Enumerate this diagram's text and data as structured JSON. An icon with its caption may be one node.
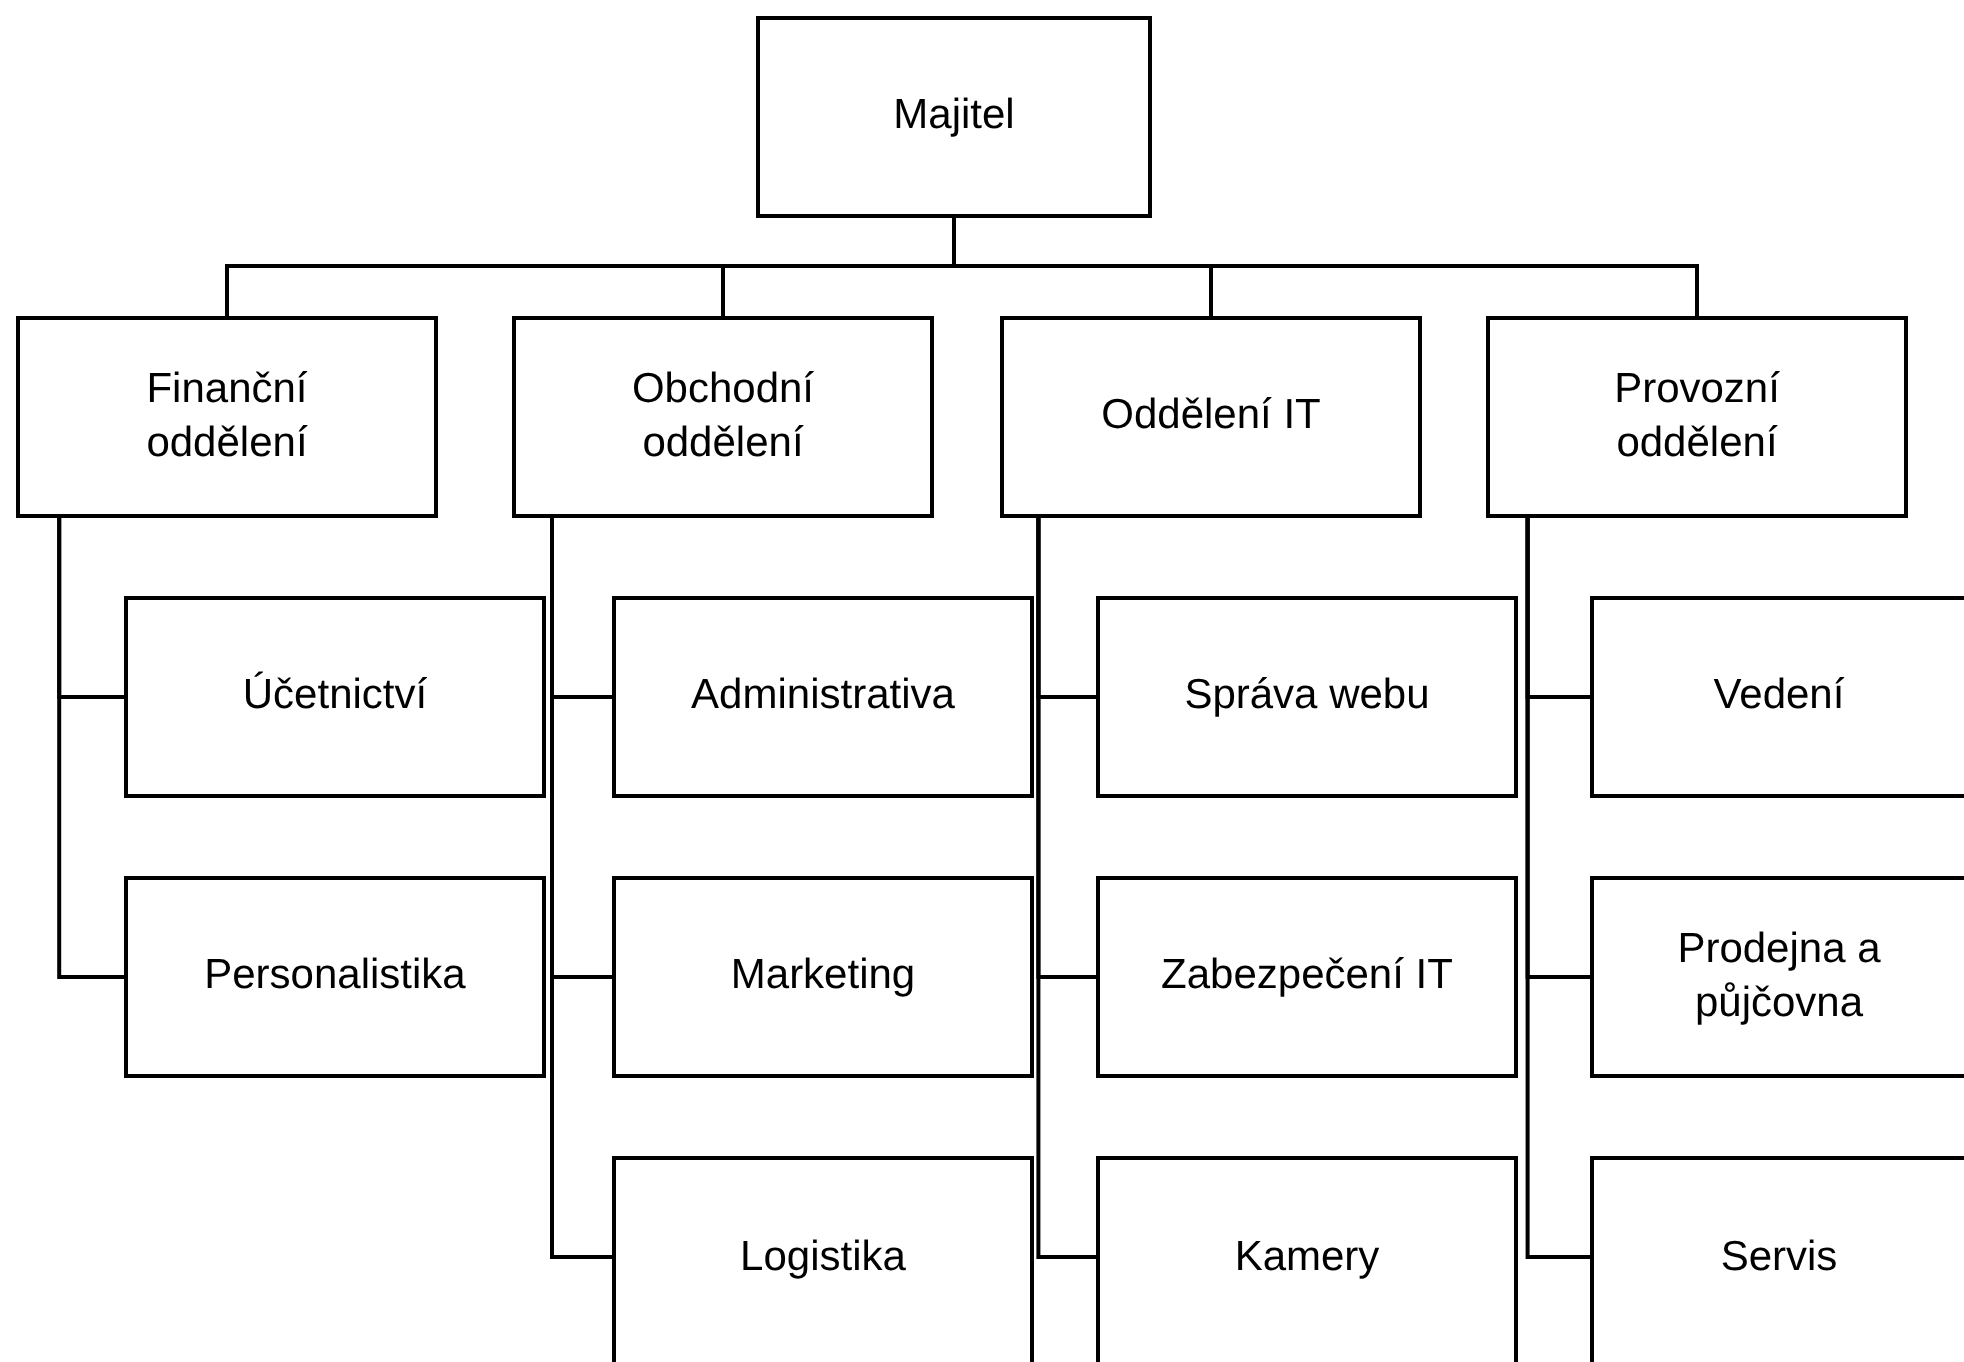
{
  "diagram": {
    "nodes": [
      {
        "text": [
          "Majitel"
        ]
      },
      {
        "text": [
          "Finanční oddělení"
        ]
      },
      {
        "text": [
          "Obchodní oddělení"
        ]
      },
      {
        "text": [
          "Oddělení IT"
        ]
      },
      {
        "text": [
          "Provozní oddělení"
        ]
      },
      {
        "text": [
          "Účetnictví"
        ]
      },
      {
        "text": [
          "Personalistika"
        ]
      },
      {
        "text": [
          "Administrativa"
        ]
      },
      {
        "text": [
          "Marketing"
        ]
      },
      {
        "text": [
          "Logistika"
        ]
      },
      {
        "text": [
          "Správa webu"
        ]
      },
      {
        "text": [
          "Zabezpečení IT"
        ]
      },
      {
        "text": [
          "Kamery"
        ]
      },
      {
        "text": [
          "Vedení"
        ]
      },
      {
        "text": [
          "Prodejna a půjčovna"
        ]
      },
      {
        "text": [
          "Servis"
        ]
      }
    ],
    "edges": [
      {
        "from": 0,
        "to": 1,
        "arrow": "none"
      },
      {
        "from": 0,
        "to": 2,
        "arrow": "none"
      },
      {
        "from": 0,
        "to": 3,
        "arrow": "none"
      },
      {
        "from": 0,
        "to": 4,
        "arrow": "none"
      },
      {
        "from": 1,
        "to": 5,
        "arrow": "none"
      },
      {
        "from": 1,
        "to": 6,
        "arrow": "none"
      },
      {
        "from": 2,
        "to": 7,
        "arrow": "none"
      },
      {
        "from": 2,
        "to": 8,
        "arrow": "none"
      },
      {
        "from": 2,
        "to": 9,
        "arrow": "none"
      },
      {
        "from": 3,
        "to": 10,
        "arrow": "none"
      },
      {
        "from": 3,
        "to": 11,
        "arrow": "none"
      },
      {
        "from": 3,
        "to": 12,
        "arrow": "none"
      },
      {
        "from": 4,
        "to": 13,
        "arrow": "none"
      },
      {
        "from": 4,
        "to": 14,
        "arrow": "none"
      },
      {
        "from": 4,
        "to": 15,
        "arrow": "none"
      }
    ]
  }
}
